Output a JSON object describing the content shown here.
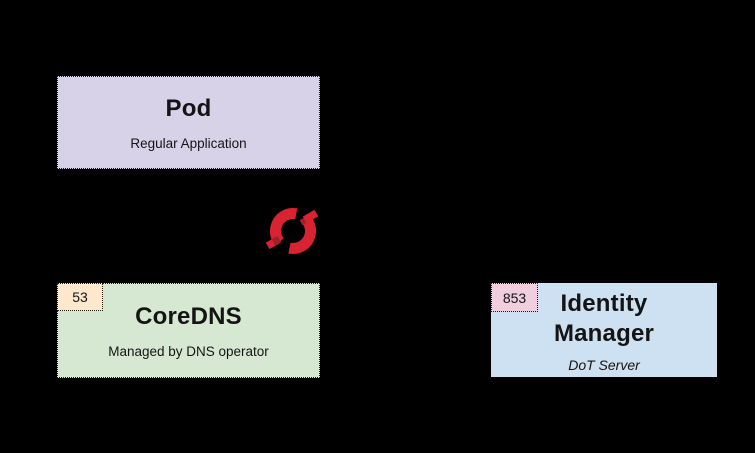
{
  "canvas": {
    "background": "#000000"
  },
  "diagram": {
    "pod": {
      "title": "Pod",
      "subtitle": "Regular Application",
      "fill": "#d8d2e8"
    },
    "coredns": {
      "title": "CoreDNS",
      "subtitle": "Managed by DNS operator",
      "fill": "#d6e8d2",
      "port": {
        "label": "53",
        "fill": "#fde7cd"
      }
    },
    "identity_manager": {
      "title": "Identity\nManager",
      "subtitle": "DoT Server",
      "fill": "#cde1f3",
      "port": {
        "label": "853",
        "fill": "#f0cede"
      }
    },
    "openshift_icon": {
      "name": "openshift-logo",
      "color": "#d92330",
      "color_dark": "#9f1f2b"
    }
  }
}
